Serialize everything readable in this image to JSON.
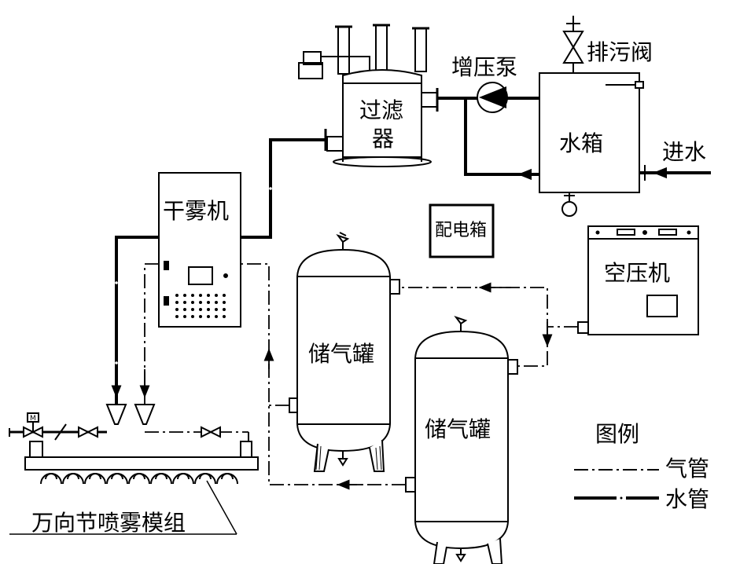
{
  "labels": {
    "filter": [
      "过滤",
      "器"
    ],
    "booster_pump": "增压泵",
    "drain_valve": "排污阀",
    "water_tank": "水箱",
    "water_inlet": "进水",
    "dry_fog_machine": "干雾机",
    "control_box": "配电箱",
    "air_compressor": "空压机",
    "tank1": "储气罐",
    "tank2": "储气罐",
    "spray_module": "万向节喷雾模组"
  },
  "legend": {
    "title": "图例",
    "items": [
      {
        "label": "气管",
        "style": "dash-dot"
      },
      {
        "label": "水管",
        "style": "solid-thick"
      }
    ]
  }
}
